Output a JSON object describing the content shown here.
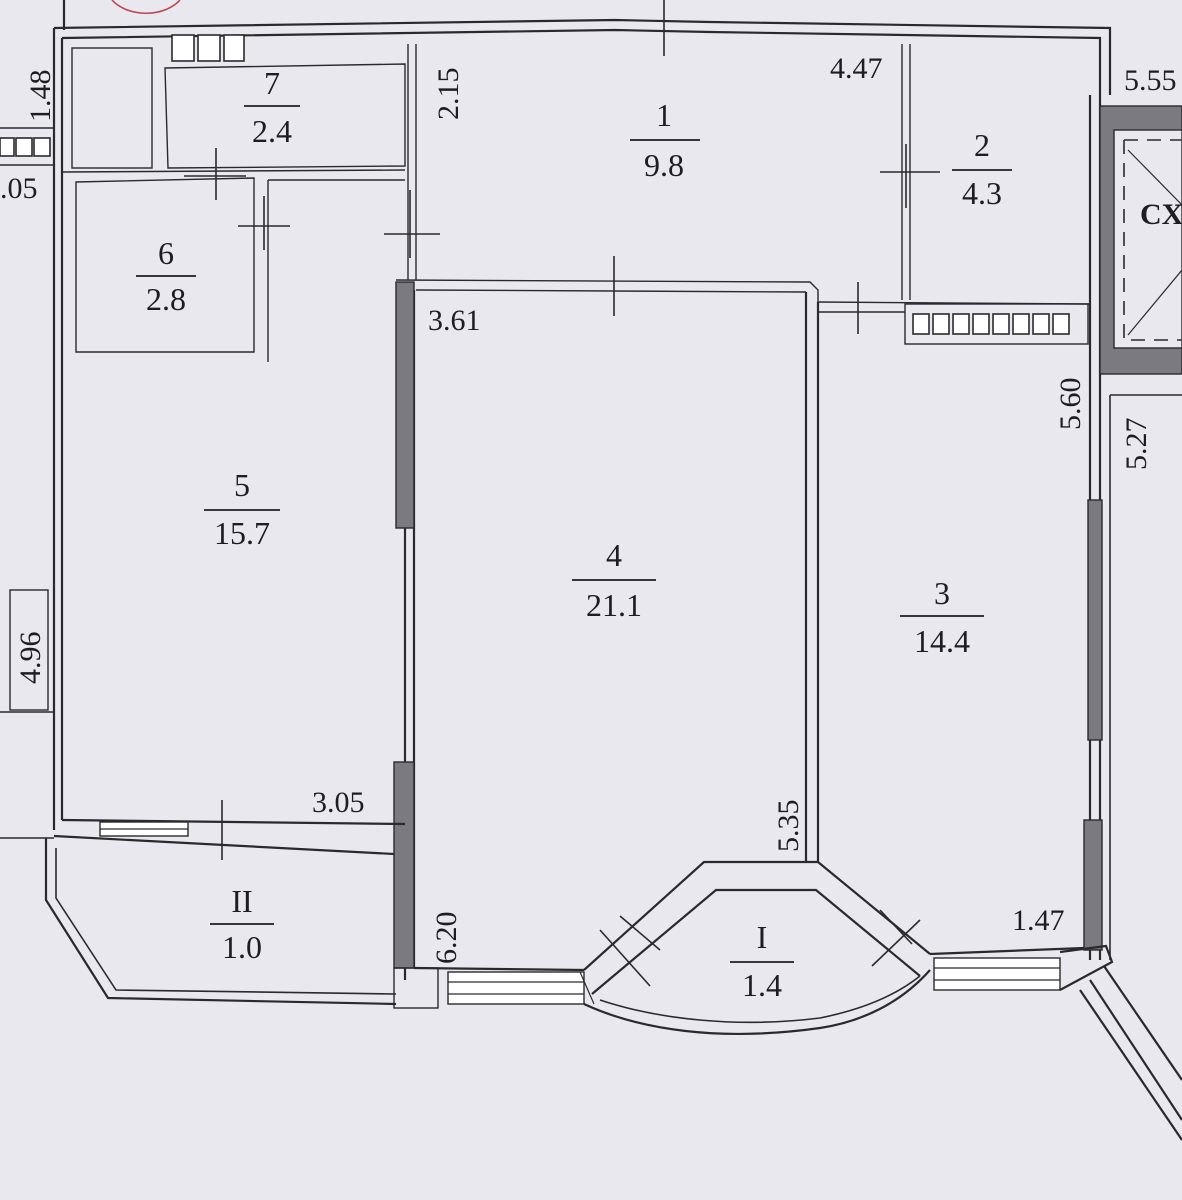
{
  "rooms": [
    {
      "id": "r1",
      "number": "1",
      "area": "9.8"
    },
    {
      "id": "r2",
      "number": "2",
      "area": "4.3"
    },
    {
      "id": "r3",
      "number": "3",
      "area": "14.4"
    },
    {
      "id": "r4",
      "number": "4",
      "area": "21.1"
    },
    {
      "id": "r5",
      "number": "5",
      "area": "15.7"
    },
    {
      "id": "r6",
      "number": "6",
      "area": "2.8"
    },
    {
      "id": "r7",
      "number": "7",
      "area": "2.4"
    },
    {
      "id": "b1",
      "number": "I",
      "area": "1.4"
    },
    {
      "id": "b2",
      "number": "II",
      "area": "1.0"
    }
  ],
  "dimensions": {
    "d_148": "1.48",
    "d_05": ".05",
    "d_215": "2.15",
    "d_447": "4.47",
    "d_555": "5.55",
    "d_361": "3.61",
    "d_560": "5.60",
    "d_527": "5.27",
    "d_496": "4.96",
    "d_305": "3.05",
    "d_535": "5.35",
    "d_620": "6.20",
    "d_147": "1.47"
  },
  "labels": {
    "shaft": "CX"
  }
}
